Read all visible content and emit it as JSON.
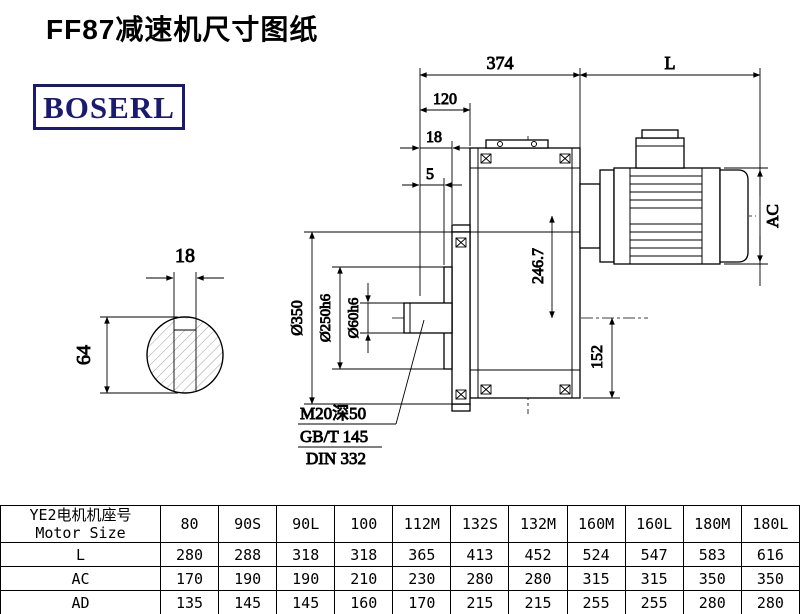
{
  "page": {
    "title": "FF87减速机尺寸图纸",
    "brand": "BOSERL"
  },
  "drawing": {
    "dim_374": "374",
    "dim_L": "L",
    "dim_120": "120",
    "dim_18": "18",
    "dim_5": "5",
    "dia_350": "Ø350",
    "dia_250": "Ø250h6",
    "dia_60": "Ø60h6",
    "dim_246_7": "246.7",
    "dim_152": "152",
    "dim_AC": "AC",
    "key_width": "18",
    "key_height": "64",
    "note_tap": "M20深50",
    "note_gb": "GB/T 145",
    "note_din": "DIN 332"
  },
  "table": {
    "header": {
      "line1": "YE2电机机座号",
      "line2": "Motor Size"
    },
    "columns": [
      "80",
      "90S",
      "90L",
      "100",
      "112M",
      "132S",
      "132M",
      "160M",
      "160L",
      "180M",
      "180L"
    ],
    "rows": [
      {
        "label": "L",
        "values": [
          "280",
          "288",
          "318",
          "318",
          "365",
          "413",
          "452",
          "524",
          "547",
          "583",
          "616"
        ]
      },
      {
        "label": "AC",
        "values": [
          "170",
          "190",
          "190",
          "210",
          "230",
          "280",
          "280",
          "315",
          "315",
          "350",
          "350"
        ]
      },
      {
        "label": "AD",
        "values": [
          "135",
          "145",
          "145",
          "160",
          "170",
          "215",
          "215",
          "255",
          "255",
          "280",
          "280"
        ]
      }
    ]
  }
}
